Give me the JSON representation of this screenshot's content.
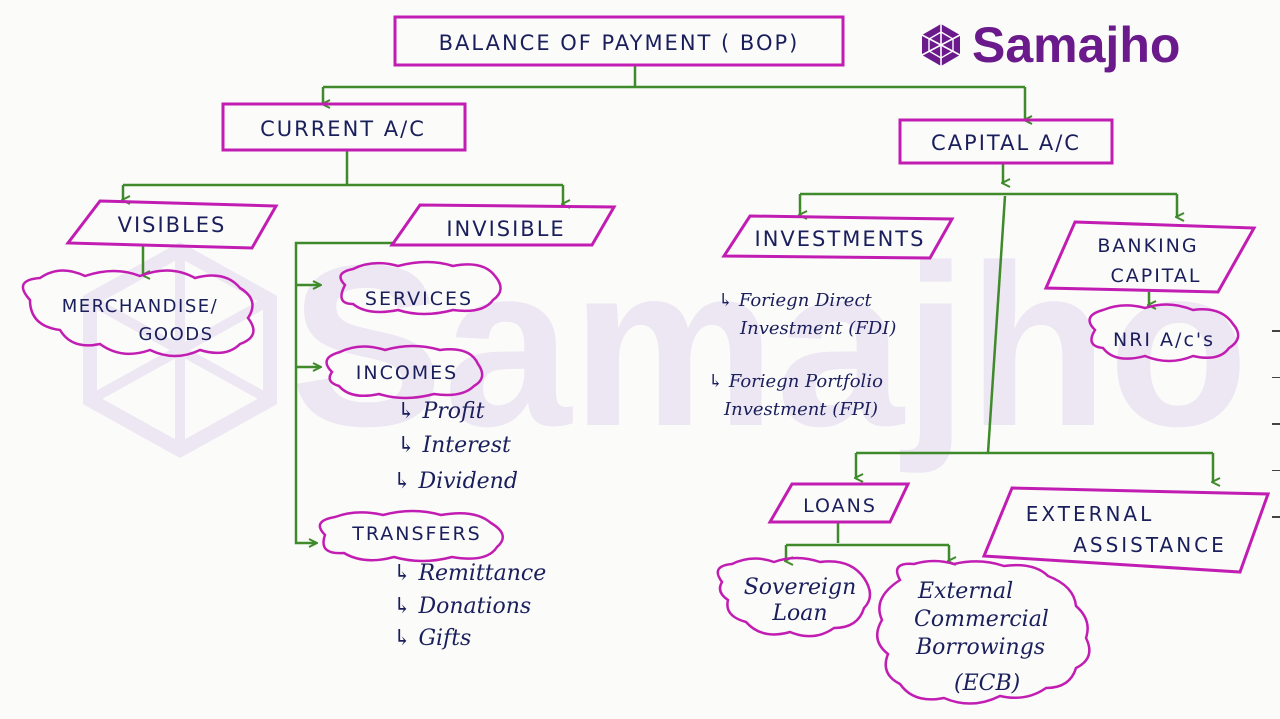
{
  "brand": {
    "name": "Samajho",
    "watermark": "Samajho",
    "color": "#6b1a8c"
  },
  "colors": {
    "box": "#c21db3",
    "connector": "#3f8a2a",
    "ink": "#1a1f5c"
  },
  "root": {
    "label": "BALANCE OF PAYMENT ( BOP)"
  },
  "current": {
    "label": "CURRENT A/C",
    "visibles": {
      "label": "VISIBLES",
      "child_line1": "MERCHANDISE/",
      "child_line2": "GOODS"
    },
    "invisible": {
      "label": "INVISIBLE",
      "services": "SERVICES",
      "incomes": {
        "label": "INCOMES",
        "items": [
          "Profit",
          "Interest",
          "Dividend"
        ]
      },
      "transfers": {
        "label": "TRANSFERS",
        "items": [
          "Remittance",
          "Donations",
          "Gifts"
        ]
      }
    }
  },
  "capital": {
    "label": "CAPITAL A/C",
    "investments": {
      "label": "INVESTMENTS",
      "fdi_line1": "Foriegn Direct",
      "fdi_line2": "Investment (FDI)",
      "fpi_line1": "Foriegn Portfolio",
      "fpi_line2": "Investment (FPI)"
    },
    "banking": {
      "label_line1": "BANKING",
      "label_line2": "CAPITAL",
      "child": "NRI A/c's"
    },
    "loans": {
      "label": "LOANS",
      "sovereign_line1": "Sovereign",
      "sovereign_line2": "Loan",
      "ecb_line1": "External",
      "ecb_line2": "Commercial",
      "ecb_line3": "Borrowings",
      "ecb_line4": "(ECB)"
    },
    "external": {
      "label_line1": "EXTERNAL",
      "label_line2": "ASSISTANCE"
    }
  }
}
